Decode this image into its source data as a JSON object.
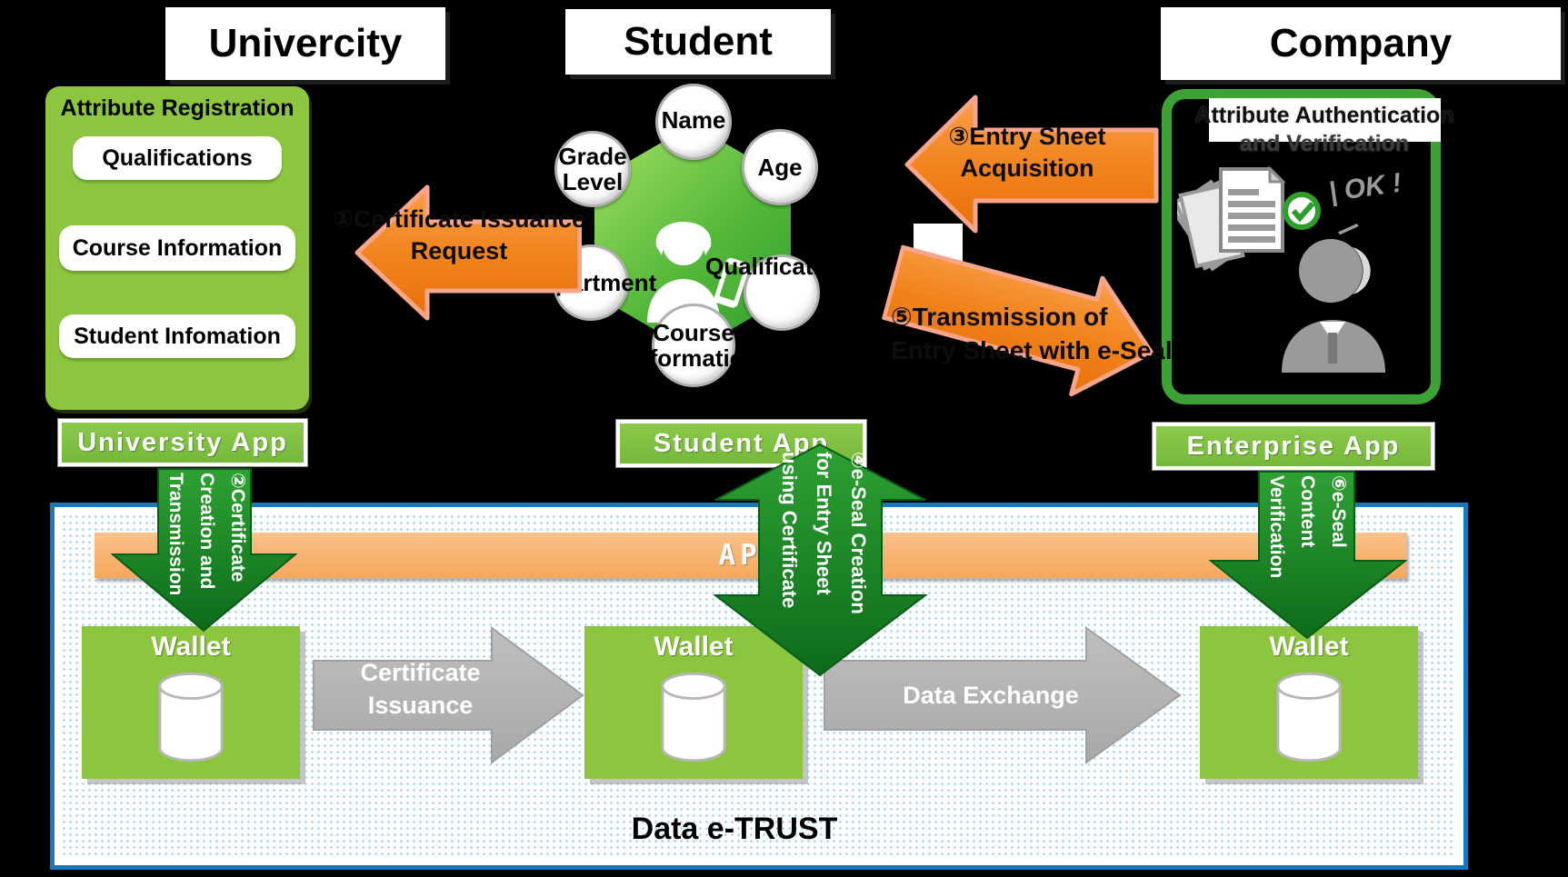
{
  "titles": {
    "university": "Univercity",
    "student": "Student",
    "company": "Company"
  },
  "university": {
    "panel_title": "Attribute Registration",
    "items": [
      "Qualifications",
      "Course Information",
      "Student Infomation"
    ],
    "app_label": "University App"
  },
  "student": {
    "attributes": {
      "name": "Name",
      "grade_level": "Grade Level",
      "age": "Age",
      "department": "Department",
      "course_information": "Course Information",
      "qualifications": "Qualifications"
    },
    "app_label": "Student App"
  },
  "company": {
    "panel_title_line1": "Attribute Authentication",
    "panel_title_line2": "and Verification",
    "ok_text": "| OK !",
    "ok_slash": "/",
    "app_label": "Enterprise App"
  },
  "flows": {
    "step1": [
      "①Certificate Issuance",
      "Request"
    ],
    "step2": [
      "②Certificate",
      "Creation and",
      "Transmission"
    ],
    "step3": [
      "③Entry Sheet",
      "Acquisition"
    ],
    "step4": [
      "④e-Seal Creation",
      "for Entry Sheet",
      "using Certificate"
    ],
    "step5": [
      "⑤Transmission of",
      "Entry Sheet with e-Seal"
    ],
    "step6": [
      "⑥e-Seal",
      "Content",
      "Verification"
    ]
  },
  "platform": {
    "api_label": "API",
    "name": "Data e-TRUST",
    "wallets": [
      "Wallet",
      "Wallet",
      "Wallet"
    ],
    "certificate_arrow": "Certificate Issuance",
    "data_arrow": "Data Exchange"
  },
  "colors": {
    "green_box": "#8CC63F",
    "appbar_green": "#7DBE3C",
    "dark_green": "#1B8A24",
    "auth_green": "#3CA233",
    "orange": "#F58220",
    "orange_outline": "#F9A58C",
    "api_orange": "#F8B568",
    "blue_border": "#1878BE",
    "dot_blue": "#AED6F2",
    "gray_arrow": "#B5B5B5"
  }
}
